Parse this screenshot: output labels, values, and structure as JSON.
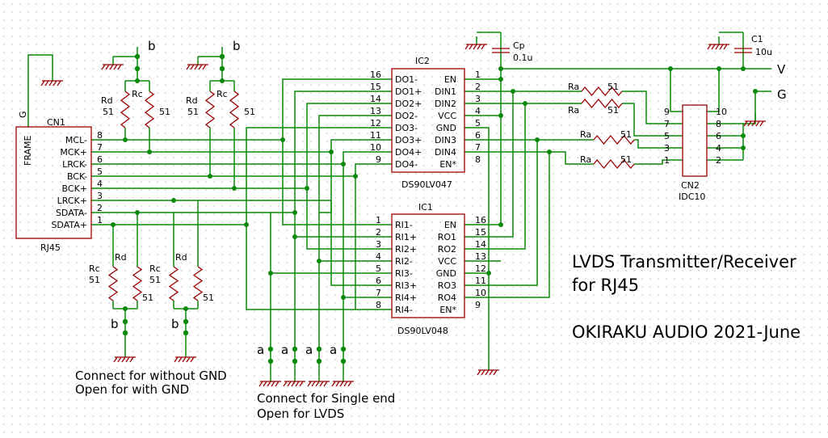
{
  "cn1": {
    "ref": "CN1",
    "value": "RJ45",
    "frame": "FRAME",
    "ground": "G",
    "pins": [
      {
        "num": "8",
        "name": "MCL-"
      },
      {
        "num": "7",
        "name": "MCK+"
      },
      {
        "num": "6",
        "name": "LRCK-"
      },
      {
        "num": "5",
        "name": "BCK-"
      },
      {
        "num": "4",
        "name": "BCK+"
      },
      {
        "num": "3",
        "name": "LRCK+"
      },
      {
        "num": "2",
        "name": "SDATA-"
      },
      {
        "num": "1",
        "name": "SDATA+"
      }
    ]
  },
  "ic2": {
    "ref": "IC2",
    "value": "DS90LV047",
    "left": [
      {
        "num": "16",
        "name": "DO1-"
      },
      {
        "num": "15",
        "name": "DO1+"
      },
      {
        "num": "14",
        "name": "DO2+"
      },
      {
        "num": "13",
        "name": "DO2-"
      },
      {
        "num": "12",
        "name": "DO3-"
      },
      {
        "num": "11",
        "name": "DO3+"
      },
      {
        "num": "10",
        "name": "DO4+"
      },
      {
        "num": "9",
        "name": "DO4-"
      }
    ],
    "right": [
      {
        "num": "1",
        "name": "EN"
      },
      {
        "num": "2",
        "name": "DIN1"
      },
      {
        "num": "3",
        "name": "DIN2"
      },
      {
        "num": "4",
        "name": "VCC"
      },
      {
        "num": "5",
        "name": "GND"
      },
      {
        "num": "6",
        "name": "DIN3"
      },
      {
        "num": "7",
        "name": "DIN4"
      },
      {
        "num": "8",
        "name": "EN*"
      }
    ]
  },
  "ic1": {
    "ref": "IC1",
    "value": "DS90LV048",
    "left": [
      {
        "num": "1",
        "name": "RI1-"
      },
      {
        "num": "2",
        "name": "RI1+"
      },
      {
        "num": "3",
        "name": "RI2+"
      },
      {
        "num": "4",
        "name": "RI2-"
      },
      {
        "num": "5",
        "name": "RI3-"
      },
      {
        "num": "6",
        "name": "RI3+"
      },
      {
        "num": "7",
        "name": "RI4+"
      },
      {
        "num": "8",
        "name": "RI4-"
      }
    ],
    "right": [
      {
        "num": "16",
        "name": "EN"
      },
      {
        "num": "15",
        "name": "RO1"
      },
      {
        "num": "14",
        "name": "RO2"
      },
      {
        "num": "13",
        "name": "VCC"
      },
      {
        "num": "12",
        "name": "GND"
      },
      {
        "num": "11",
        "name": "RO3"
      },
      {
        "num": "10",
        "name": "RO4"
      },
      {
        "num": "9",
        "name": "EN*"
      }
    ]
  },
  "cn2": {
    "ref": "CN2",
    "value": "IDC10",
    "left": [
      "9",
      "7",
      "5",
      "3",
      "1"
    ],
    "right": [
      "10",
      "8",
      "6",
      "4",
      "2"
    ]
  },
  "parts": {
    "rc": "Rc",
    "rd": "Rd",
    "ra": "Ra",
    "r51": "51",
    "cp": "Cp",
    "cp_val": "0.1u",
    "c1": "C1",
    "c1_val": "10u",
    "v": "V",
    "g": "G",
    "a": "a",
    "b": "b"
  },
  "notes": {
    "title1": "LVDS Transmitter/Receiver",
    "title2": "for RJ45",
    "credit": "OKIRAKU AUDIO 2021-June",
    "gnd_note1": "Connect for without GND",
    "gnd_note2": "Open for with GND",
    "se_note1": "Connect for Single end",
    "se_note2": "Open for LVDS"
  }
}
